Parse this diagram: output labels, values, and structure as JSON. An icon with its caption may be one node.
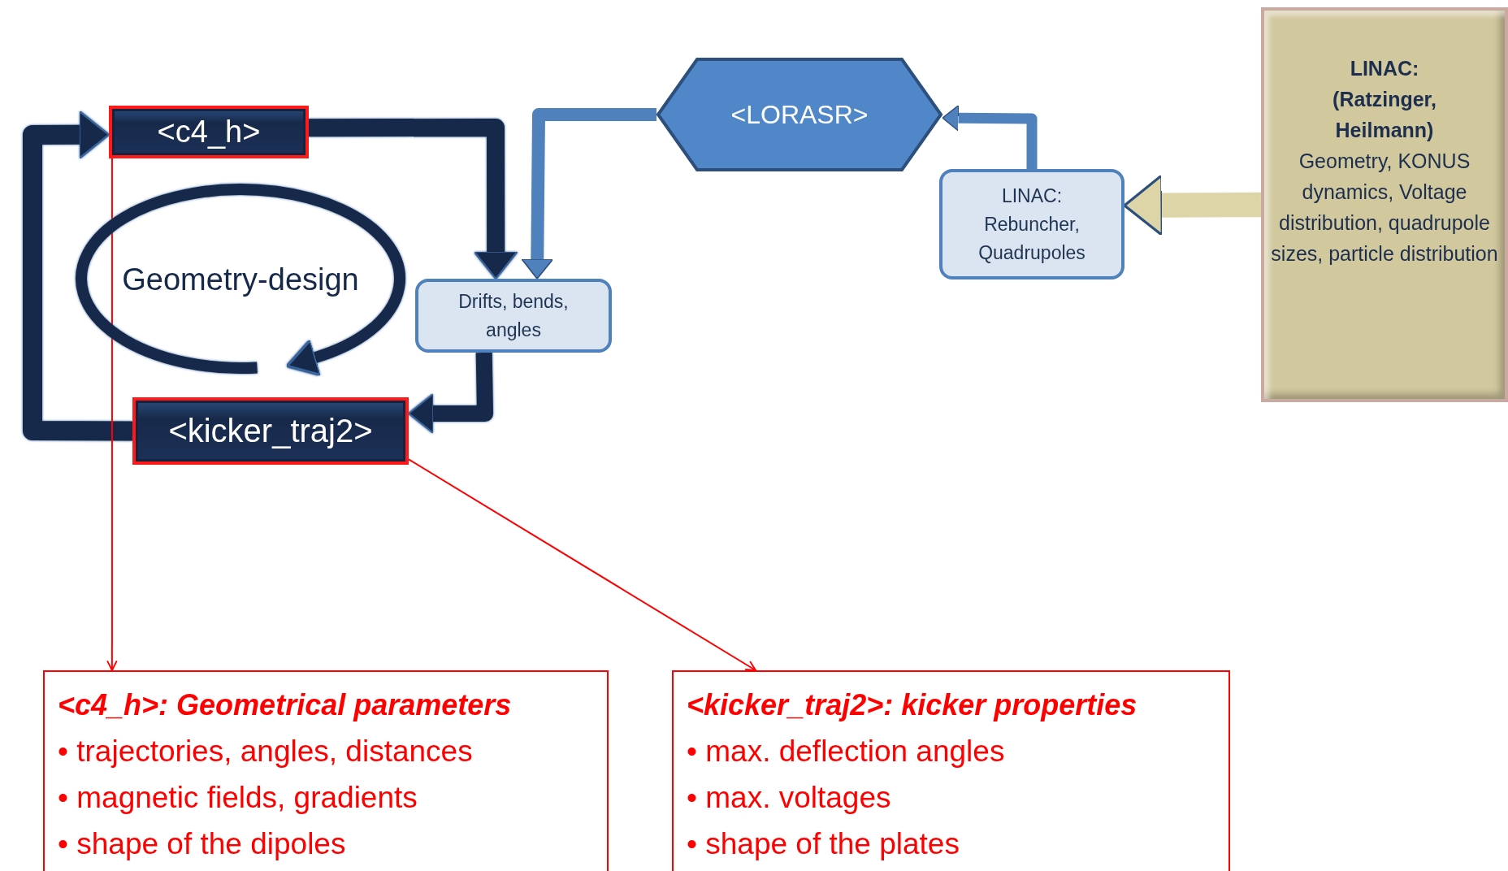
{
  "diagram": {
    "nodes": [
      {
        "text": [
          "<c4_h>"
        ]
      },
      {
        "text": [
          "<LORASR>"
        ]
      },
      {
        "text": [
          "LINAC: (Ratzinger, Heilmann)",
          "Geometry, KONUS dynamics, Voltage distribution, quadrupole sizes, particle distribution"
        ]
      },
      {
        "text": [
          "LINAC: Rebuncher, Quadrupoles"
        ]
      },
      {
        "text": [
          "Geometry-design"
        ]
      },
      {
        "text": [
          "Drifts, bends, angles"
        ]
      },
      {
        "text": [
          "<kicker_traj2>"
        ]
      },
      {
        "text": [
          "<c4_h>: Geometrical parameters",
          "• trajectories, angles, distances",
          "• magnetic fields, gradients",
          "• shape of the dipoles"
        ]
      },
      {
        "text": [
          "<kicker_traj2>: kicker properties",
          "• max. deflection angles",
          "• max. voltages",
          "• shape of the plates"
        ]
      }
    ],
    "edges": [
      {
        "from": 6,
        "to": 0,
        "arrow": "to"
      },
      {
        "from": 0,
        "to": 5,
        "arrow": "to"
      },
      {
        "from": 1,
        "to": 5,
        "arrow": "to",
        "color": "#4f81bd"
      },
      {
        "from": 5,
        "to": 6,
        "arrow": "to"
      },
      {
        "from": 3,
        "to": 1,
        "arrow": "to",
        "color": "#4f81bd"
      },
      {
        "from": 2,
        "to": 3,
        "arrow": "to",
        "style": "thick",
        "color": "#ddd5a8"
      },
      {
        "from": 0,
        "to": 7,
        "arrow": "to",
        "color": "#ff0000"
      },
      {
        "from": 6,
        "to": 8,
        "arrow": "to",
        "color": "#ff0000"
      }
    ]
  }
}
